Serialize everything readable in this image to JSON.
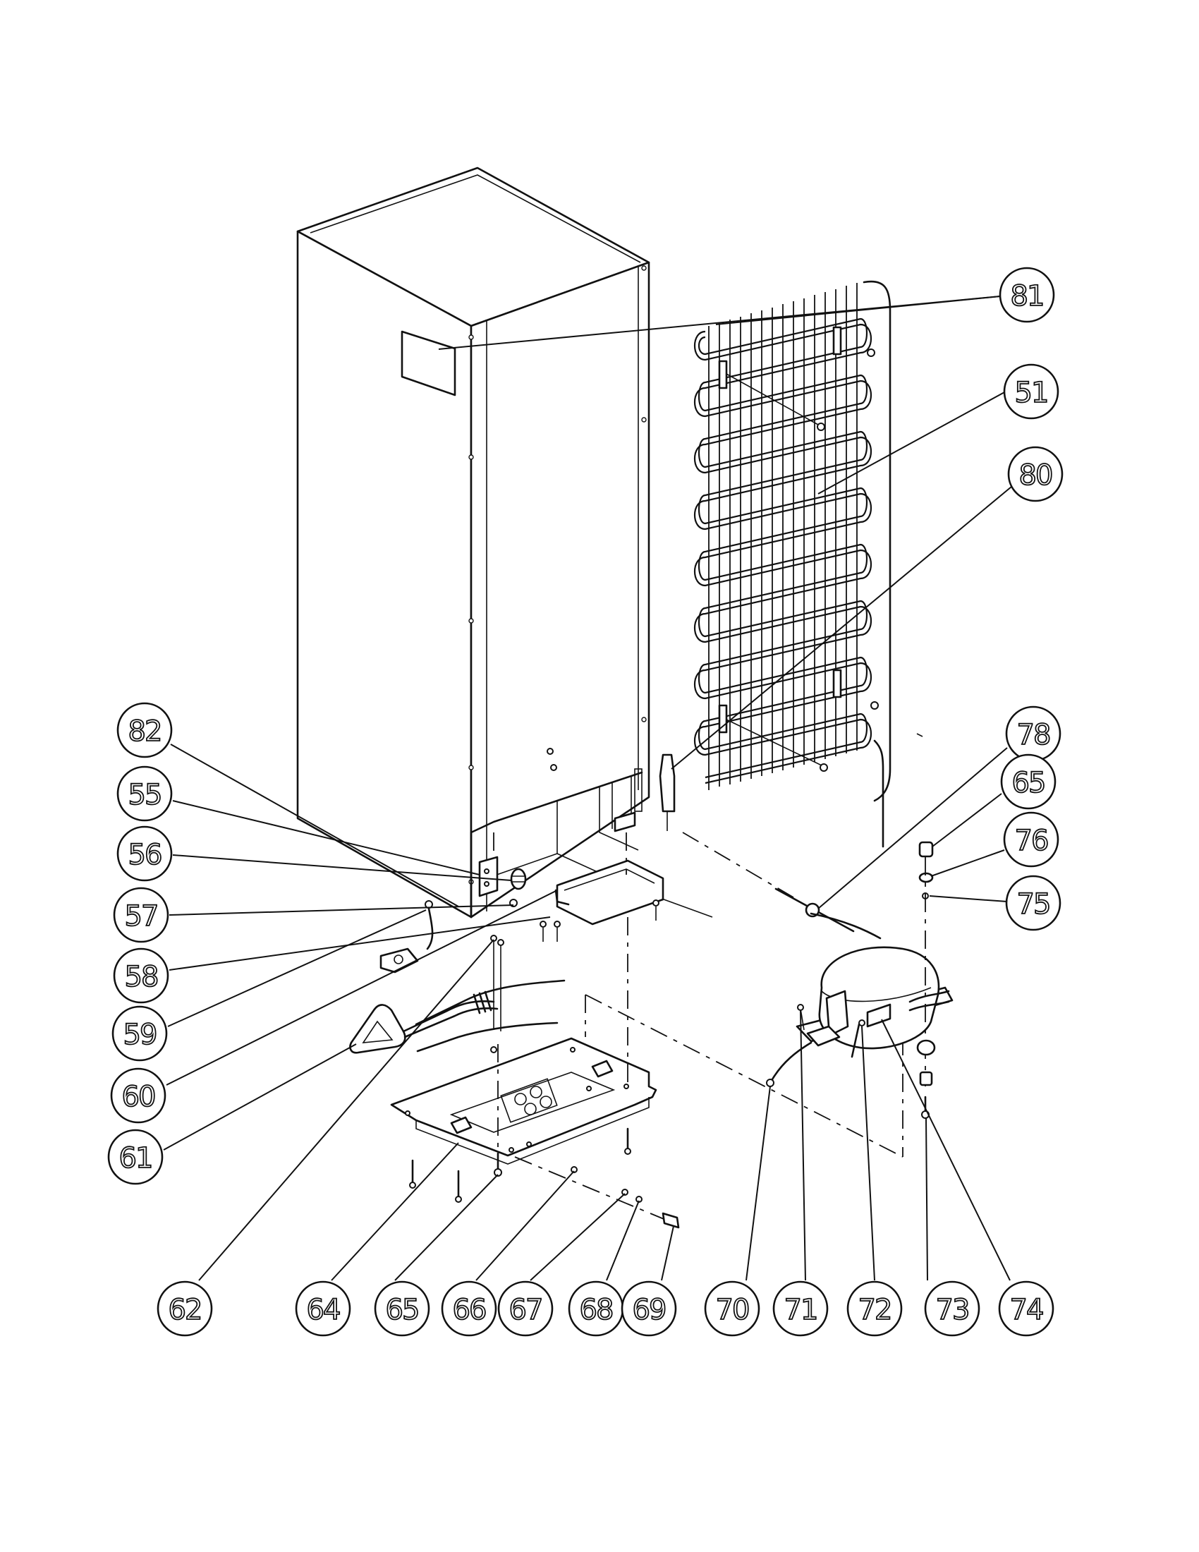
{
  "callouts": [
    {
      "label": "81"
    },
    {
      "label": "51"
    },
    {
      "label": "80"
    },
    {
      "label": "78"
    },
    {
      "label": "65"
    },
    {
      "label": "76"
    },
    {
      "label": "75"
    },
    {
      "label": "82"
    },
    {
      "label": "55"
    },
    {
      "label": "56"
    },
    {
      "label": "57"
    },
    {
      "label": "58"
    },
    {
      "label": "59"
    },
    {
      "label": "60"
    },
    {
      "label": "61"
    },
    {
      "label": "62"
    },
    {
      "label": "64"
    },
    {
      "label": "65"
    },
    {
      "label": "66"
    },
    {
      "label": "67"
    },
    {
      "label": "68"
    },
    {
      "label": "69"
    },
    {
      "label": "70"
    },
    {
      "label": "71"
    },
    {
      "label": "72"
    },
    {
      "label": "73"
    },
    {
      "label": "74"
    }
  ]
}
